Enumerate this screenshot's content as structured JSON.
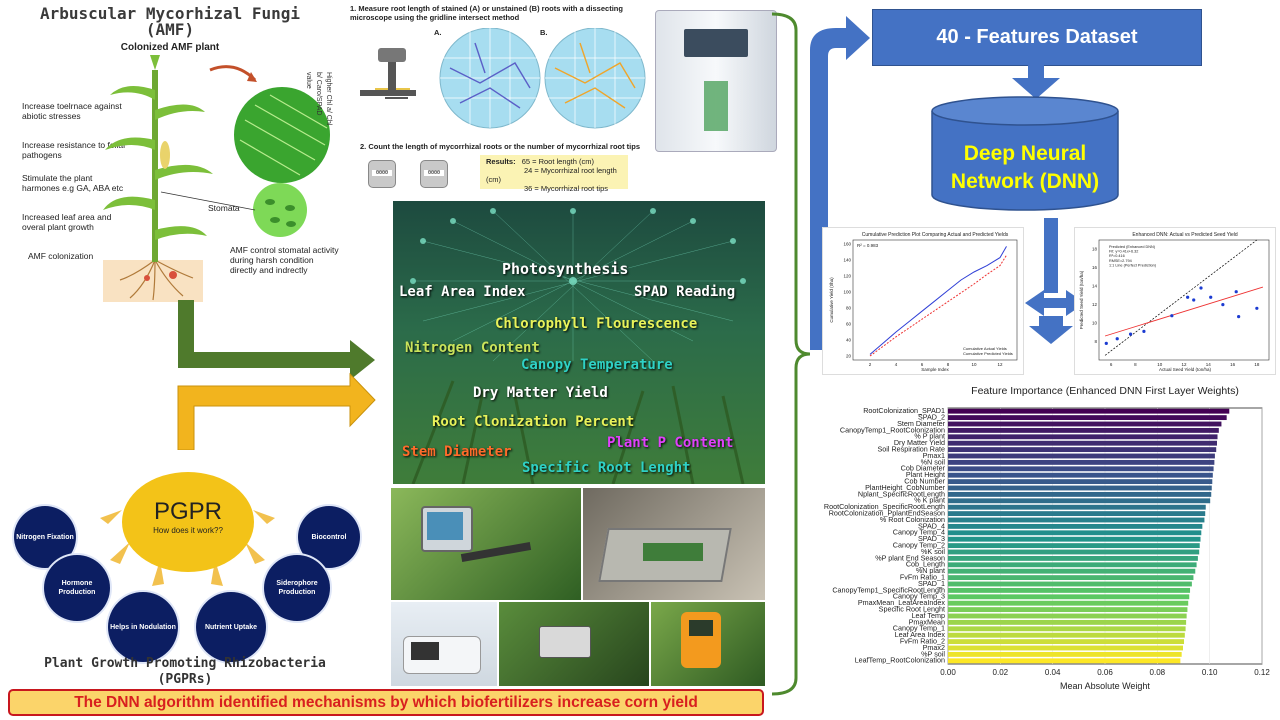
{
  "amf": {
    "title": "Arbuscular Mycorhizal Fungi",
    "title2": "(AMF)",
    "subtitle": "Colonized AMF plant",
    "labels": [
      "Increase toelrnace against abiotic stresses",
      "Increase resistance to foliar pathogens",
      "Stimulate the plant harmones e.g GA, ABA etc",
      "Increased leaf area and overal plant growth",
      "AMF colonization"
    ],
    "higher_label": "Higher Chl a/ Chl b/ Caro/SPAD value",
    "stomata_label": "Stomata",
    "stomata_desc": "AMF control stomatal activity during harsh condition directly and indrectly"
  },
  "microscopy": {
    "step1": "1. Measure root length of stained (A) or unstained (B) roots with a dissecting microscope using the gridline intersect method",
    "label_a": "A.",
    "label_b": "B.",
    "step2": "2. Count the length of mycorrhizal roots or the number of mycorrhizal root tips",
    "results_label": "Results:",
    "results": [
      "65 = Root length (cm)",
      "24 = Mycorrhizal root length (cm)",
      "36 = Mycorrhizal root tips"
    ],
    "counter_value": "0000"
  },
  "features": [
    {
      "text": "Photosynthesis",
      "color": "#ffffff"
    },
    {
      "text": "Leaf Area Index",
      "color": "#ffffff"
    },
    {
      "text": "SPAD Reading",
      "color": "#ffffff"
    },
    {
      "text": "Chlorophyll Flourescence",
      "color": "#e8f25a"
    },
    {
      "text": "Nitrogen Content",
      "color": "#c9e35b"
    },
    {
      "text": "Canopy Temperature",
      "color": "#2fd1c5"
    },
    {
      "text": "Dry Matter Yield",
      "color": "#ffffff"
    },
    {
      "text": "Root Clonization Percent",
      "color": "#e8f25a"
    },
    {
      "text": "Plant P Content",
      "color": "#e040fb"
    },
    {
      "text": "Stem Diameter",
      "color": "#ff6b2a"
    },
    {
      "text": "Specific Root Lenght",
      "color": "#2fd1c5"
    }
  ],
  "pgpr": {
    "center_title": "PGPR",
    "center_sub": "How does it work??",
    "bubbles": [
      "Nitrogen Fixation",
      "Biocontrol",
      "Hormone Production",
      "Siderophore Production",
      "Helps in Nodulation",
      "Nutrient Uptake"
    ],
    "title": "Plant Growth Promoting Rhizobacteria",
    "title2": "(PGPRs)"
  },
  "banner": "The DNN algorithm identified mechanisms by which biofertilizers increase corn yield",
  "pipeline": {
    "dataset": "40 - Features Dataset",
    "dnn_line1": "Deep Neural",
    "dnn_line2": "Network (DNN)"
  },
  "cumulative_chart": {
    "title": "Cumulative Prediction Plot Comparing Actual and Predicted Yields",
    "r2": "R² = 0.983",
    "xlabel": "Sample Index",
    "ylabel": "Cumulative Yield (t/ha)",
    "legend": [
      "Cumulative Actual Yields",
      "Cumulative Predicted Yields"
    ],
    "xticks": [
      "2",
      "4",
      "6",
      "8",
      "10",
      "12"
    ],
    "yticks": [
      "20",
      "40",
      "60",
      "80",
      "100",
      "120",
      "140",
      "160"
    ]
  },
  "scatter_chart": {
    "title": "Enhanced DNN: Actual vs Predicted Seed Yield",
    "xlabel": "Actual Seed Yield (ton/ha)",
    "ylabel": "Predicted Seed Yield (ton/ha)",
    "legend": [
      "Predicted (Enhanced DNN)",
      "Fit: y=0.41x+6.32",
      "R²=0.416",
      "RMSE=2.794",
      "1:1 Line (Perfect Prediction)"
    ],
    "xticks": [
      "6",
      "8",
      "10",
      "12",
      "14",
      "16",
      "18"
    ],
    "yticks": [
      "8",
      "10",
      "12",
      "14",
      "16",
      "18"
    ]
  },
  "chart_data": {
    "type": "bar",
    "orientation": "horizontal",
    "title": "Feature Importance (Enhanced DNN First Layer Weights)",
    "xlabel": "Mean Absolute Weight",
    "ylabel": "",
    "xlim": [
      0,
      0.12
    ],
    "xticks": [
      "0.00",
      "0.02",
      "0.04",
      "0.06",
      "0.08",
      "0.10",
      "0.12"
    ],
    "grid": true,
    "colormap": "viridis",
    "categories": [
      "RootColonization_SPAD1",
      "SPAD_2",
      "Stem Diameter",
      "CanopyTemp1_RootColonization",
      "% P plant",
      "Dry Matter Yield",
      "Soil Respiration Rate",
      "Pmax1",
      "%N soil",
      "Cob Diameter",
      "Plant Height",
      "Cob Number",
      "PlantHeight_CobNumber",
      "Nplant_SpecificRootLength",
      "% K plant",
      "RootColonization_SpecificRootLength",
      "RootColonization_PplantEndSeason",
      "% Root Colonization",
      "SPAD_4",
      "Canopy Temp_4",
      "SPAD_3",
      "Canopy Temp_2",
      "%K soil",
      "%P plant End Season",
      "Cob_Length",
      "%N plant",
      "FvFm Ratio_1",
      "SPAD_1",
      "CanopyTemp1_SpecificRootLength",
      "Canopy Temp_3",
      "PmaxMean_LeafAreaIndex",
      "Specific Root Lenght",
      "Leaf Temp",
      "PmaxMean",
      "Canopy Temp_1",
      "Leaf Area Index",
      "FvFm Ratio_2",
      "Pmax2",
      "%P soil",
      "LeafTemp_RootColonization"
    ],
    "values": [
      0.1075,
      0.1065,
      0.1045,
      0.1035,
      0.103,
      0.1028,
      0.1025,
      0.102,
      0.1018,
      0.1015,
      0.1012,
      0.101,
      0.1008,
      0.1006,
      0.1002,
      0.0985,
      0.0983,
      0.098,
      0.0972,
      0.0968,
      0.0965,
      0.0962,
      0.096,
      0.0955,
      0.095,
      0.0945,
      0.0938,
      0.0932,
      0.0925,
      0.0922,
      0.0918,
      0.0915,
      0.0912,
      0.091,
      0.0908,
      0.0905,
      0.0902,
      0.0898,
      0.0893,
      0.0888
    ]
  }
}
